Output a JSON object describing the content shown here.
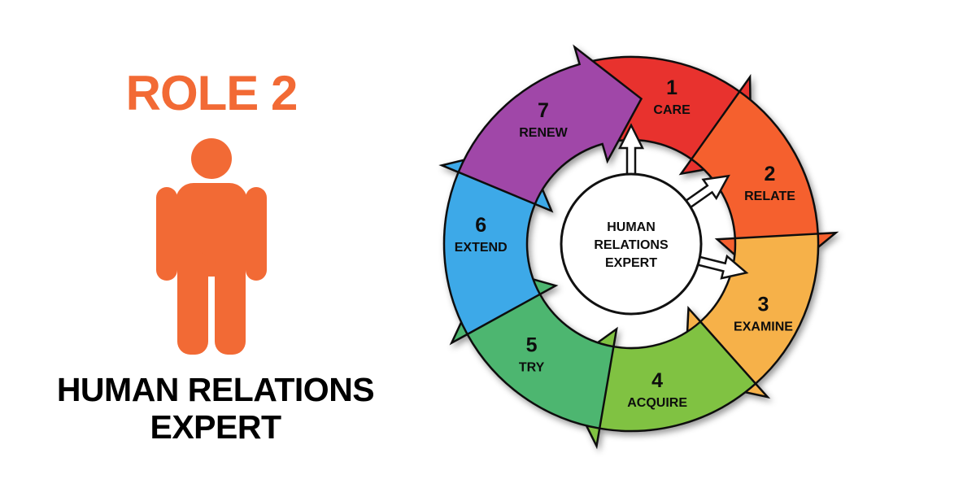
{
  "role": {
    "title": "ROLE 2",
    "color": "#f26a35"
  },
  "figure": {
    "icon": "person-icon",
    "color": "#f26a35"
  },
  "caption": {
    "line1": "HUMAN RELATIONS",
    "line2": "EXPERT"
  },
  "cycle": {
    "center": {
      "line1": "HUMAN",
      "line2": "RELATIONS",
      "line3": "EXPERT"
    },
    "steps": [
      {
        "number": "1",
        "label": "CARE",
        "color": "#e8312f"
      },
      {
        "number": "2",
        "label": "RELATE",
        "color": "#f5602f"
      },
      {
        "number": "3",
        "label": "EXAMINE",
        "color": "#f6b14a"
      },
      {
        "number": "4",
        "label": "ACQUIRE",
        "color": "#80c242"
      },
      {
        "number": "5",
        "label": "TRY",
        "color": "#4db670"
      },
      {
        "number": "6",
        "label": "EXTEND",
        "color": "#3ca9e8"
      },
      {
        "number": "7",
        "label": "RENEW",
        "color": "#a046a8"
      }
    ]
  }
}
